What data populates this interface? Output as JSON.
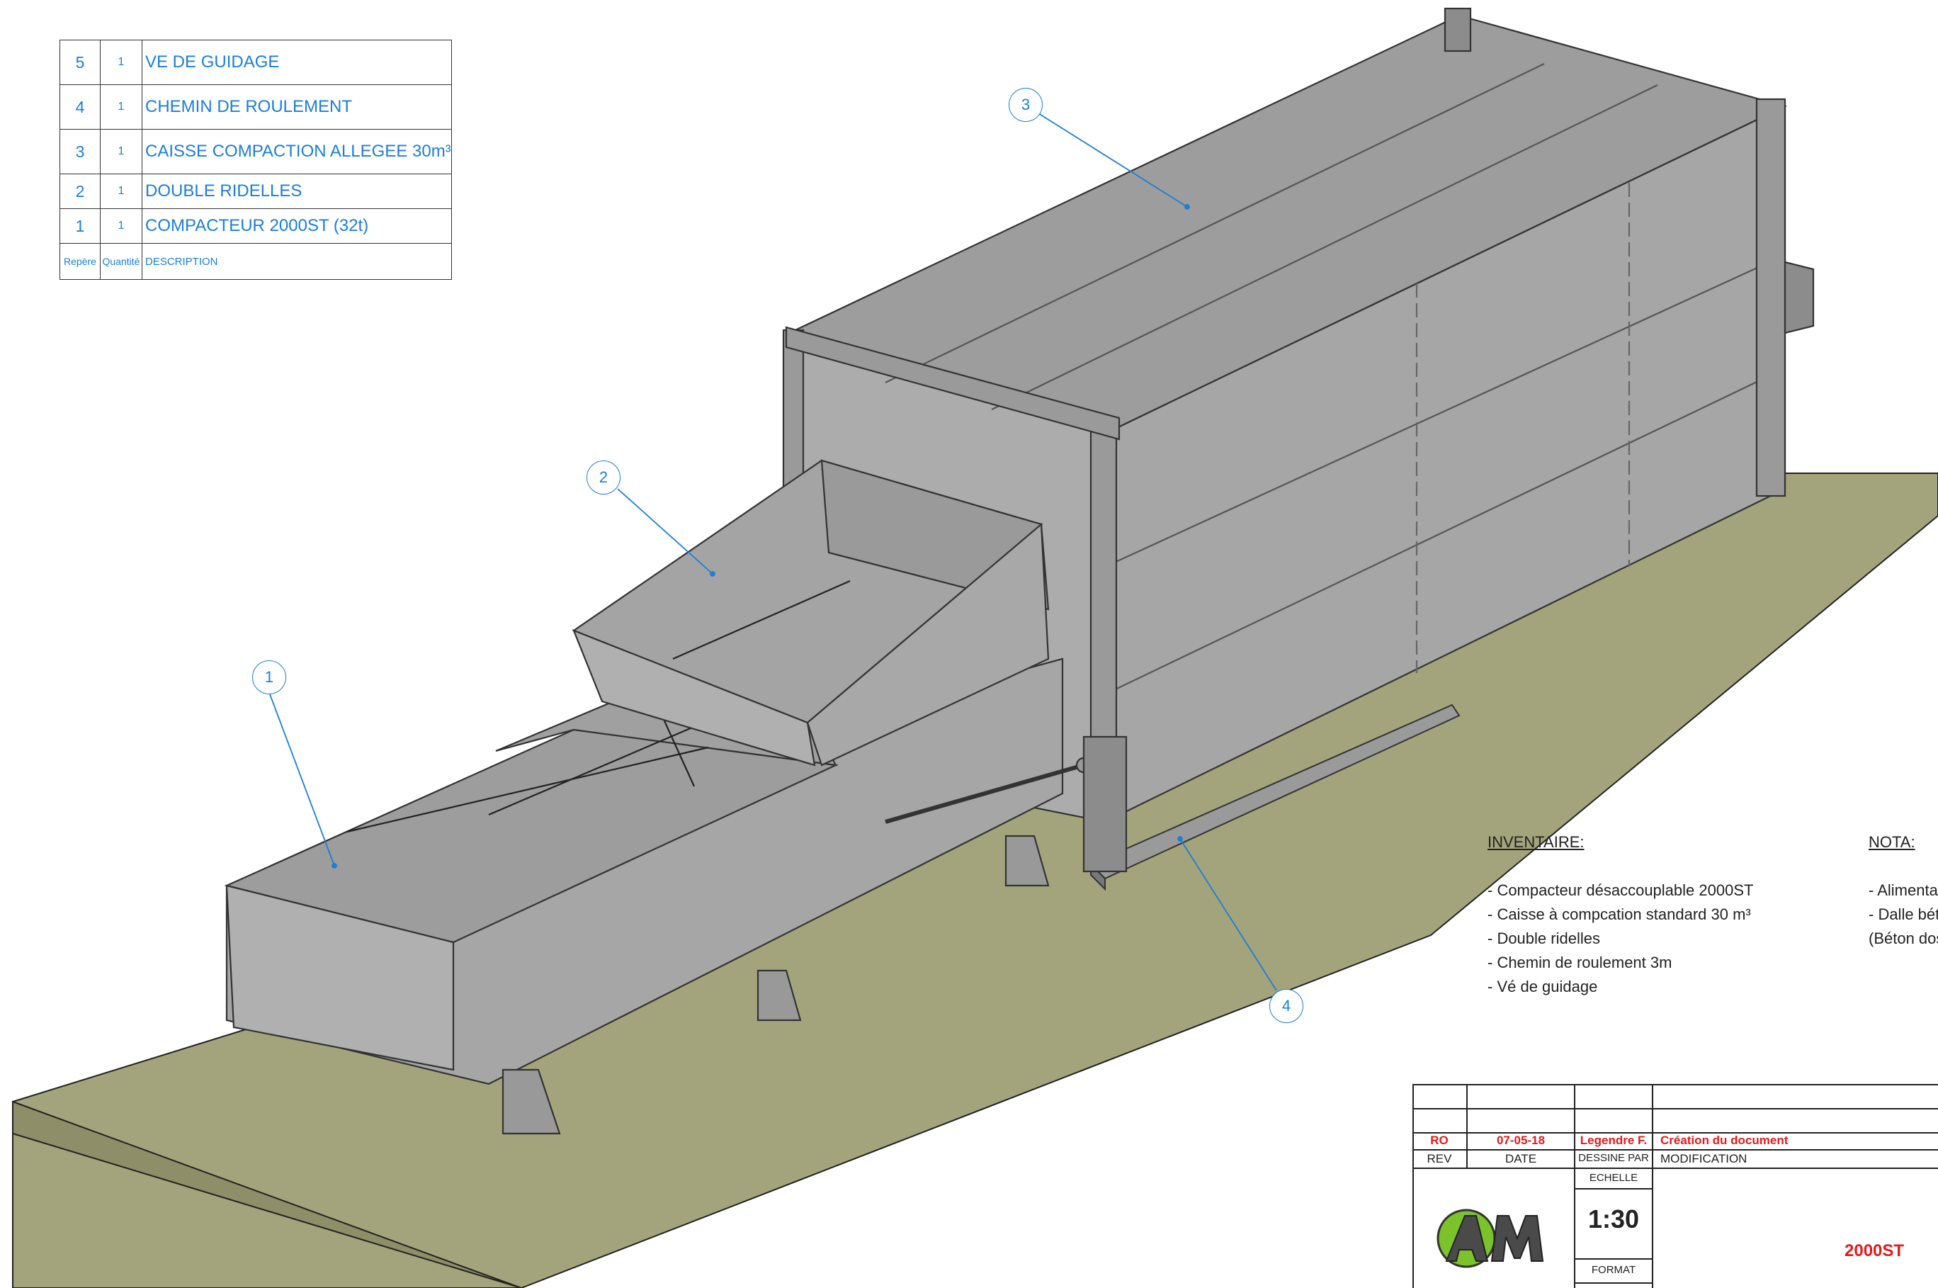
{
  "parts_table": {
    "rows": [
      {
        "repere": "5",
        "quantite": "1",
        "description": "VE DE GUIDAGE"
      },
      {
        "repere": "4",
        "quantite": "1",
        "description": "CHEMIN DE ROULEMENT"
      },
      {
        "repere": "3",
        "quantite": "1",
        "description": "CAISSE COMPACTION ALLEGEE 30m³"
      },
      {
        "repere": "2",
        "quantite": "1",
        "description": "DOUBLE RIDELLES"
      },
      {
        "repere": "1",
        "quantite": "1",
        "description": "COMPACTEUR 2000ST (32t)"
      }
    ],
    "header": {
      "repere": "Repère",
      "quantite": "Quantité",
      "description": "DESCRIPTION"
    }
  },
  "balloons": [
    "1",
    "2",
    "3",
    "4"
  ],
  "inventaire": {
    "title": "INVENTAIRE:",
    "items": [
      "- Compacteur désaccouplable 2000ST",
      "- Caisse à compcation standard 30 m³",
      "- Double ridelles",
      "- Chemin de roulement 3m",
      " - Vé de guidage"
    ]
  },
  "nota": {
    "title": "NOTA:",
    "items": [
      "- Alimenta",
      "- Dalle bét",
      "(Béton dos"
    ]
  },
  "title_block": {
    "rev": "RO",
    "date": "07-05-18",
    "dessine_par": "Legendre F.",
    "modification": "Création du document",
    "headers": {
      "rev": "REV",
      "date": "DATE",
      "dessine_par": "DESSINE PAR",
      "modification": "MODIFICATION"
    },
    "echelle_label": "ECHELLE",
    "echelle": "1:30",
    "format_label": "FORMAT",
    "reference": "2000ST",
    "logo_text": "AM"
  },
  "colors": {
    "callout": "#1a7fd6",
    "slab": "#a4a47c",
    "steel": "#a0a0a0",
    "red": "#e21b1b",
    "logo_green": "#7cc22a"
  }
}
